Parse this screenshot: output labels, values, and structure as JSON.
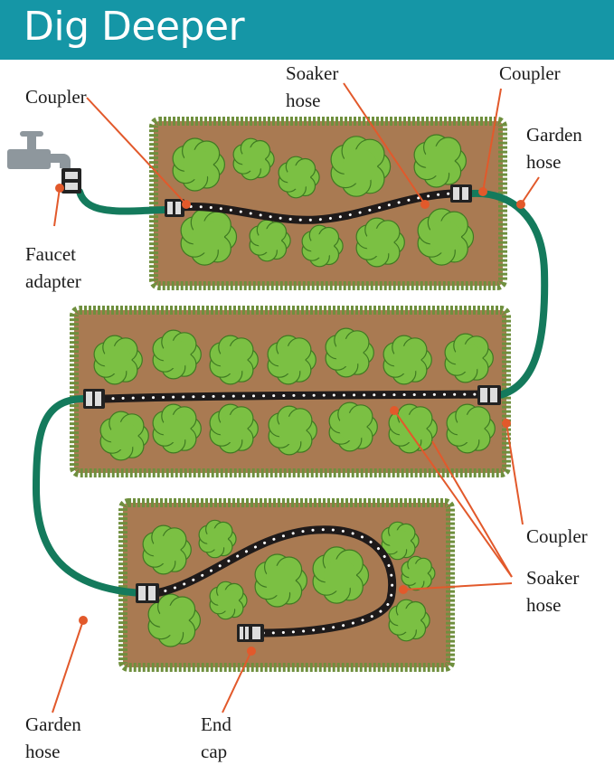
{
  "header": {
    "title": "Dig Deeper",
    "background": "#1596a6"
  },
  "colors": {
    "bed_soil": "#a97a52",
    "bed_border": "#6f8f3e",
    "plant_fill": "#7bc043",
    "plant_stroke": "#3f7a22",
    "garden_hose": "#147a5c",
    "soaker_hose": "#1e1a1a",
    "soaker_dots": "#ffffff",
    "leader_line": "#e2592b",
    "faucet": "#9aa3a8"
  },
  "icons": [
    "faucet-icon",
    "coupler-icon",
    "end-cap-icon",
    "plant-icon"
  ],
  "labels": {
    "coupler_top_left": "Coupler",
    "soaker_top_1": "Soaker",
    "soaker_top_2": "hose",
    "coupler_top_right": "Coupler",
    "garden_top_1": "Garden",
    "garden_top_2": "hose",
    "faucet_1": "Faucet",
    "faucet_2": "adapter",
    "coupler_mid_right": "Coupler",
    "soaker_right_1": "Soaker",
    "soaker_right_2": "hose",
    "garden_bottom_1": "Garden",
    "garden_bottom_2": "hose",
    "endcap_1": "End",
    "endcap_2": "cap"
  }
}
